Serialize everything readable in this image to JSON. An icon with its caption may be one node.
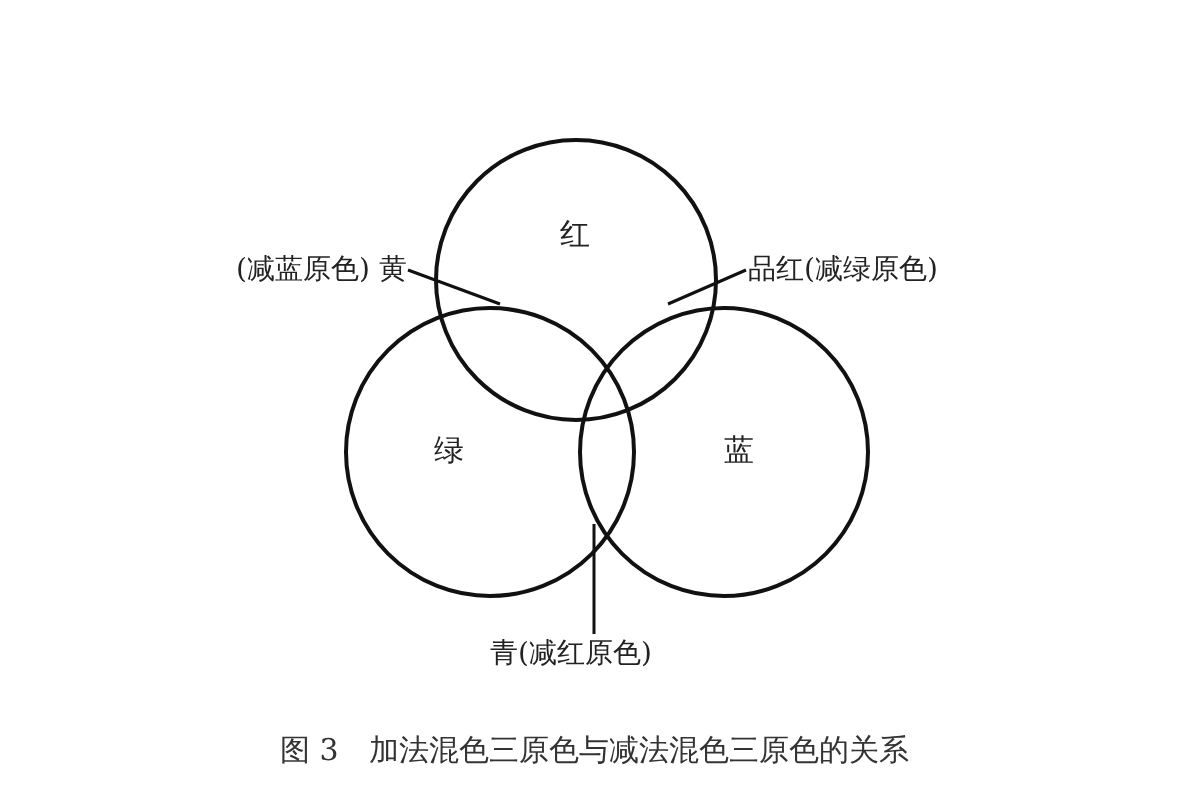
{
  "diagram": {
    "caption": "图 3　加法混色三原色与减法混色三原色的关系",
    "nodes": [
      {
        "text": [
          "红"
        ]
      },
      {
        "text": [
          "绿"
        ]
      },
      {
        "text": [
          "蓝"
        ]
      },
      {
        "text": [
          "(减蓝原色) 黄"
        ]
      },
      {
        "text": [
          "品红(减绿原色)"
        ]
      },
      {
        "text": [
          "青(减红原色)"
        ]
      }
    ],
    "edges": [
      {
        "from": 3,
        "to": 0,
        "arrow": "none"
      },
      {
        "from": 4,
        "to": 0,
        "arrow": "none"
      },
      {
        "from": 5,
        "to": 1,
        "arrow": "none"
      }
    ]
  }
}
